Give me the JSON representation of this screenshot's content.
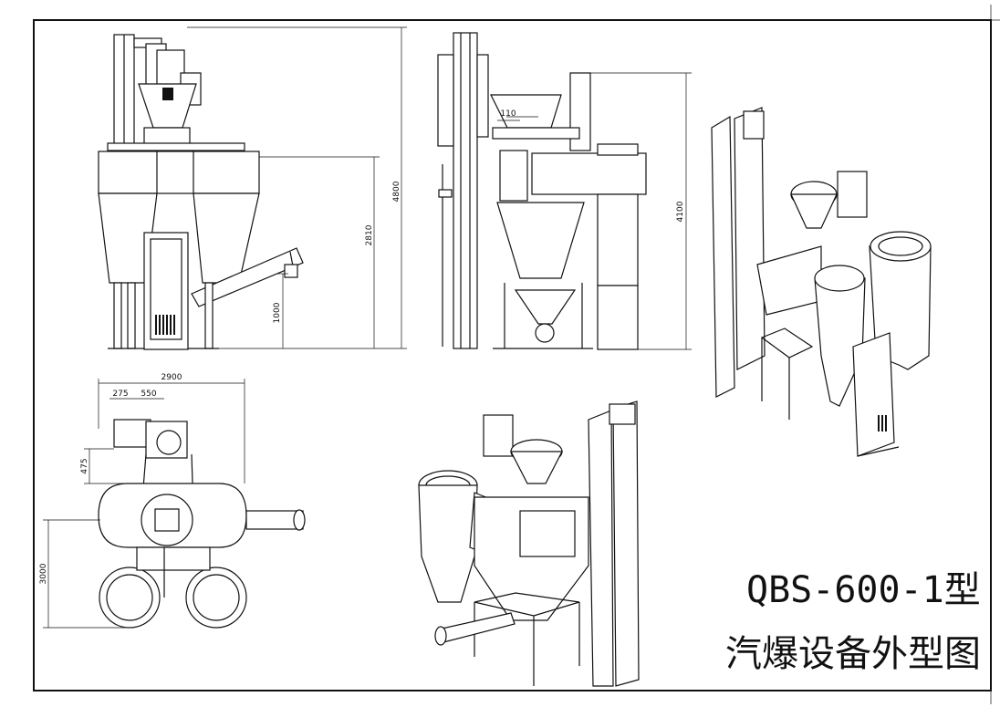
{
  "title": {
    "model": "QBS-600-1型",
    "description": "汽爆设备外型图"
  },
  "dimensions": {
    "front_total_height": "4800",
    "front_upper_height": "2810",
    "front_base_height": "1000",
    "side_total_height": "4100",
    "side_outlet_width": "110",
    "plan_total_width": "2900",
    "plan_offset_a": "275",
    "plan_offset_b": "550",
    "plan_motor_depth": "475",
    "plan_total_depth": "3000"
  }
}
